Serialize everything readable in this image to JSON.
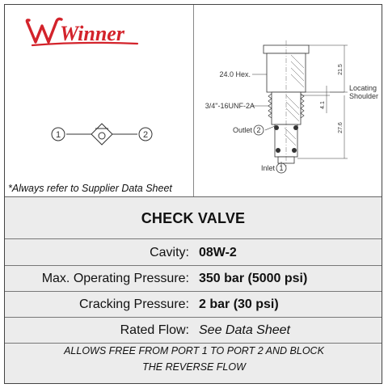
{
  "brand": {
    "name": "Winner",
    "color": "#d3232b"
  },
  "note": "*Always refer to Supplier Data Sheet",
  "symbol": {
    "port1": "1",
    "port2": "2",
    "icon": "check-valve-symbol"
  },
  "drawing": {
    "hex_label": "24.0 Hex.",
    "thread_label": "3/4\"-16UNF-2A",
    "outlet_label": "Outlet",
    "outlet_num": "2",
    "inlet_label": "Inlet",
    "inlet_num": "1",
    "shoulder_label_1": "Locating",
    "shoulder_label_2": "Shoulder",
    "dim_top": "21.5",
    "dim_mid": "4.1",
    "dim_bottom": "27.6"
  },
  "title": "CHECK VALVE",
  "specs": {
    "cavity": {
      "label": "Cavity:",
      "value": "08W-2"
    },
    "max_pressure": {
      "label": "Max. Operating Pressure:",
      "value": "350 bar (5000 psi)"
    },
    "cracking": {
      "label": "Cracking Pressure:",
      "value": "2 bar (30 psi)"
    },
    "flow": {
      "label": "Rated Flow:",
      "value": "See Data Sheet"
    }
  },
  "description": {
    "line1": "ALLOWS FREE FROM PORT 1 TO PORT 2 AND BLOCK",
    "line2": "THE REVERSE FLOW"
  }
}
